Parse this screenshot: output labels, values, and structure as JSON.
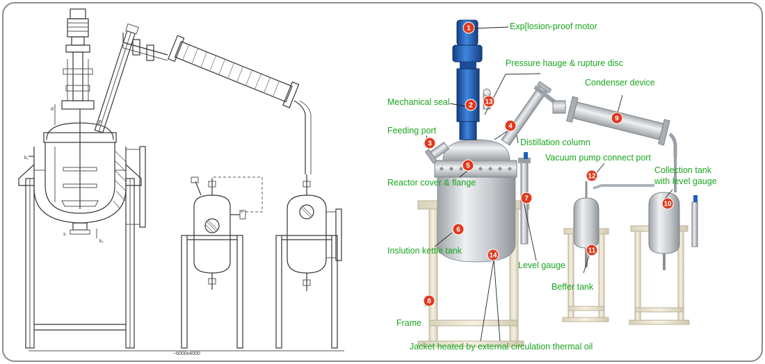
{
  "drawing": {
    "dimension_text": "~6000x4000",
    "marks": {
      "k1": "k₁",
      "s": "s",
      "f": "f",
      "e": "e",
      "d": "d"
    }
  },
  "callouts": [
    {
      "num": "1",
      "label": "Exp[losion-proof motor"
    },
    {
      "num": "2",
      "label": "Mechanical seal"
    },
    {
      "num": "3",
      "label": "Feeding port"
    },
    {
      "num": "4",
      "label": "Distillation column"
    },
    {
      "num": "5",
      "label": "Reactor cover & flange"
    },
    {
      "num": "6",
      "label": "Inslution kettle tank"
    },
    {
      "num": "7",
      "label": "Level gauge"
    },
    {
      "num": "8",
      "label": "Frame"
    },
    {
      "num": "9",
      "label": "Condenser device"
    },
    {
      "num": "10",
      "label": "Collection tank with level gauge"
    },
    {
      "num": "11",
      "label": "Beffer tank"
    },
    {
      "num": "12",
      "label": "Vacuum pump connect port"
    },
    {
      "num": "13",
      "label": "Pressure hauge & rupture disc"
    },
    {
      "num": "14",
      "label": "Jacket heated by external circulation thermal oil"
    }
  ],
  "colors": {
    "label_green": "#18a51c",
    "marker_red": "#e0391f",
    "motor_blue": "#1f5fb8",
    "steel": "#c9ccd0",
    "frame_cream": "#efe9d6",
    "border_gray": "#8a8a8a"
  }
}
